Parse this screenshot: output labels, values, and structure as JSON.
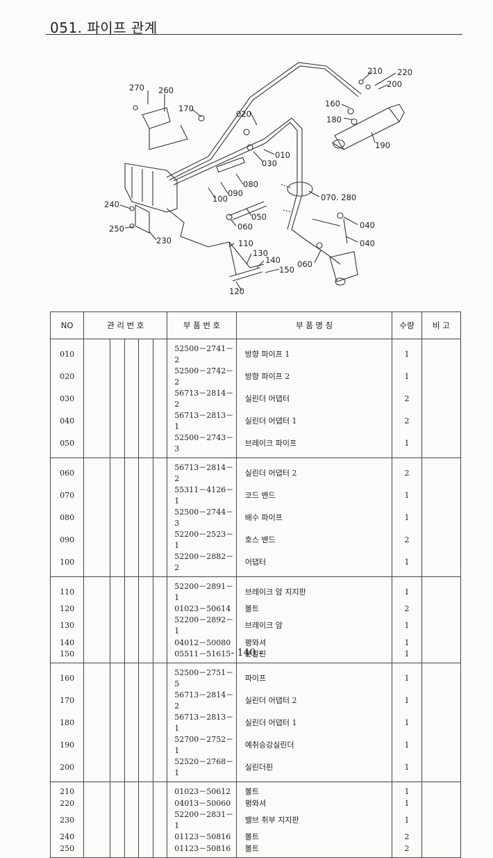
{
  "page": {
    "title": "051. 파이프 관계",
    "page_number": "- 140 -"
  },
  "diagram": {
    "callouts": [
      "270",
      "260",
      "170",
      "020",
      "210",
      "220",
      "200",
      "160",
      "180",
      "190",
      "010",
      "030",
      "080",
      "090",
      "100",
      "070. 280",
      "050",
      "060",
      "040",
      "040",
      "240",
      "250",
      "230",
      "110",
      "130",
      "140",
      "150",
      "060",
      "120"
    ]
  },
  "table": {
    "headers": {
      "no": "NO",
      "mgmt": "관 리 번 호",
      "part_no": "부 품 번 호",
      "name": "부 품 명 칭",
      "qty": "수량",
      "remark": "비 고"
    },
    "groups": [
      [
        {
          "no": "010",
          "part_no": "52500－2741－2",
          "name": "방향 파이프 1",
          "qty": "1"
        },
        {
          "no": "020",
          "part_no": "52500－2742－2",
          "name": "방향 파이프 2",
          "qty": "1"
        },
        {
          "no": "030",
          "part_no": "56713－2814－2",
          "name": "실린더 어댑터",
          "qty": "2"
        },
        {
          "no": "040",
          "part_no": "56713－2813－1",
          "name": "실린더 어댑터 1",
          "qty": "2"
        },
        {
          "no": "050",
          "part_no": "52500－2743－3",
          "name": "브레이크 파이프",
          "qty": "1"
        }
      ],
      [
        {
          "no": "060",
          "part_no": "56713－2814－2",
          "name": "실린더 어댑터 2",
          "qty": "2"
        },
        {
          "no": "070",
          "part_no": "55311－4126－1",
          "name": "코드 밴드",
          "qty": "1"
        },
        {
          "no": "080",
          "part_no": "52500－2744－3",
          "name": "배수 파이프",
          "qty": "1"
        },
        {
          "no": "090",
          "part_no": "52200－2523－1",
          "name": "호스 밴드",
          "qty": "2"
        },
        {
          "no": "100",
          "part_no": "52200－2882－2",
          "name": "어댑터",
          "qty": "1"
        }
      ],
      [
        {
          "no": "110",
          "part_no": "52200－2891－1",
          "name": "브레이크 암 지지판",
          "qty": "1"
        },
        {
          "no": "120",
          "part_no": "01023－50614",
          "name": "볼트",
          "qty": "2"
        },
        {
          "no": "130",
          "part_no": "52200－2892－1",
          "name": "브레이크 암",
          "qty": "1"
        },
        {
          "no": "140",
          "part_no": "04012－50080",
          "name": "평와셔",
          "qty": "1"
        },
        {
          "no": "150",
          "part_no": "05511－51615",
          "name": "분할핀",
          "qty": "1"
        }
      ],
      [
        {
          "no": "160",
          "part_no": "52500－2751－5",
          "name": "파이프",
          "qty": "1"
        },
        {
          "no": "170",
          "part_no": "56713－2814－2",
          "name": "실린더 어댑터 2",
          "qty": "1"
        },
        {
          "no": "180",
          "part_no": "56713－2813－1",
          "name": "실린더 어댑터 1",
          "qty": "1"
        },
        {
          "no": "190",
          "part_no": "52700－2752－1",
          "name": "예취승강실린더",
          "qty": "1"
        },
        {
          "no": "200",
          "part_no": "52520－2768－1",
          "name": "실린더핀",
          "qty": "1"
        }
      ],
      [
        {
          "no": "210",
          "part_no": "01023－50612",
          "name": "볼트",
          "qty": "1"
        },
        {
          "no": "220",
          "part_no": "04013－50060",
          "name": "평와셔",
          "qty": "1"
        },
        {
          "no": "230",
          "part_no": "52200－2831－1",
          "name": "밸브 취부 지지판",
          "qty": "1"
        },
        {
          "no": "240",
          "part_no": "01123－50816",
          "name": "볼트",
          "qty": "2"
        },
        {
          "no": "250",
          "part_no": "01123－50816",
          "name": "볼트",
          "qty": "2"
        }
      ]
    ]
  }
}
